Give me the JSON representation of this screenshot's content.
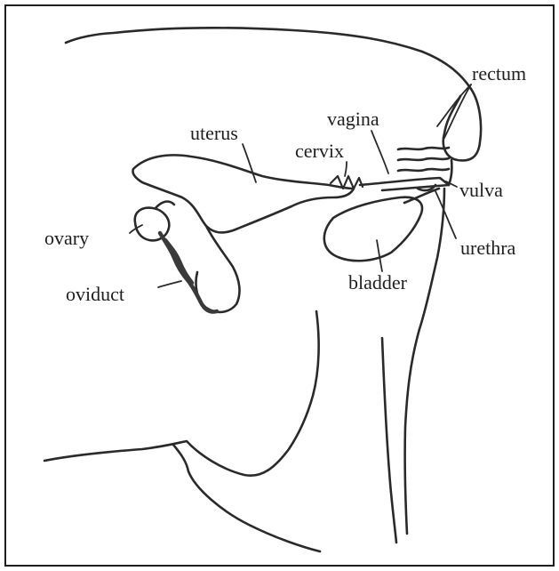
{
  "diagram": {
    "labels": {
      "rectum": "rectum",
      "vagina": "vagina",
      "uterus": "uterus",
      "cervix": "cervix",
      "vulva": "vulva",
      "ovary": "ovary",
      "urethra": "urethra",
      "oviduct": "oviduct",
      "bladder": "bladder"
    }
  },
  "colors": {
    "line": "#2a2a2a",
    "oviduct": "#3a3a3a",
    "border": "#1f1f1f"
  }
}
